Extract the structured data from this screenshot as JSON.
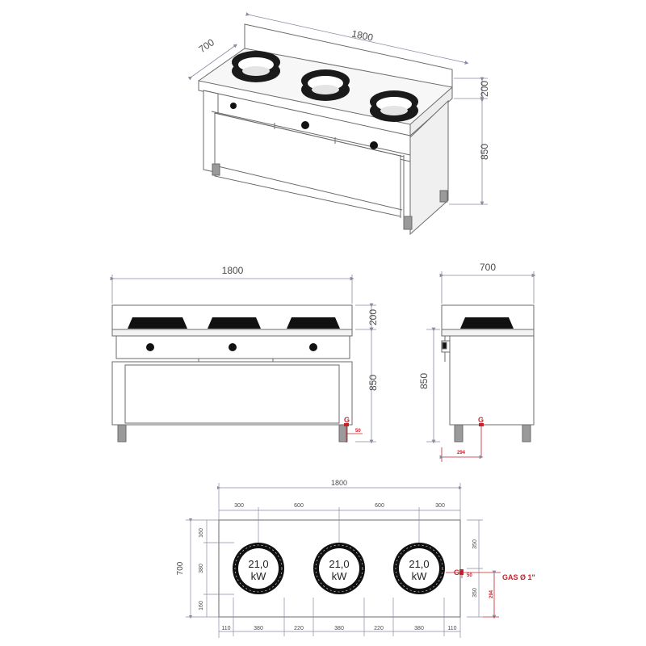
{
  "colors": {
    "line": "#6b6b6b",
    "dim": "#8a8aa0",
    "accent": "#c8202a",
    "metal": "#e9e9e9",
    "dark": "#111111"
  },
  "iso": {
    "length": "1800",
    "depth": "700",
    "splash": "200",
    "height": "850"
  },
  "front": {
    "length": "1800",
    "splash": "200",
    "height": "850",
    "gas": "G",
    "gas_offset": "50"
  },
  "side": {
    "depth": "700",
    "height": "850",
    "gas": "G",
    "gas_offset": "294"
  },
  "plan": {
    "length": "1800",
    "depth": "700",
    "spacings_top": [
      "300",
      "600",
      "600",
      "300"
    ],
    "spacings_bottom": [
      "110",
      "380",
      "220",
      "380",
      "220",
      "380",
      "110"
    ],
    "left_dims": [
      "160",
      "380",
      "160"
    ],
    "right_dims": [
      "350",
      "350"
    ],
    "gas_offset": "294",
    "gas": "G",
    "gas_small": "50",
    "gas_label": "GAS Ø 1\"",
    "burners": [
      {
        "power": "21,0",
        "unit": "kW"
      },
      {
        "power": "21,0",
        "unit": "kW"
      },
      {
        "power": "21,0",
        "unit": "kW"
      }
    ]
  }
}
